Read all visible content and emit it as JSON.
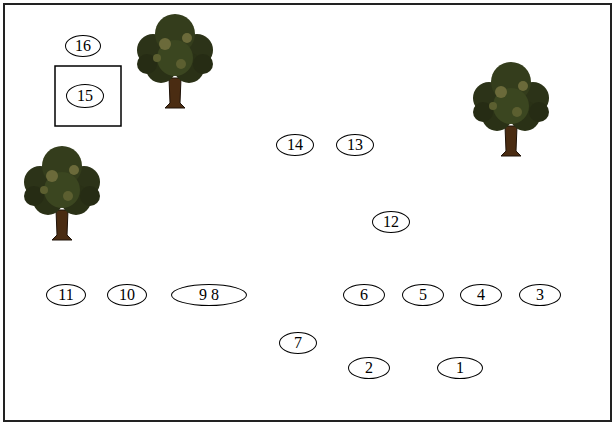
{
  "diagram": {
    "nodes": [
      {
        "text": [
          "16"
        ]
      },
      {
        "text": [
          "15"
        ]
      },
      {
        "text": [
          "14"
        ]
      },
      {
        "text": [
          "13"
        ]
      },
      {
        "text": [
          "12"
        ]
      },
      {
        "text": [
          "11"
        ]
      },
      {
        "text": [
          "10"
        ]
      },
      {
        "text": [
          "9 8"
        ]
      },
      {
        "text": [
          "6"
        ]
      },
      {
        "text": [
          "5"
        ]
      },
      {
        "text": [
          "4"
        ]
      },
      {
        "text": [
          "3"
        ]
      },
      {
        "text": [
          "7"
        ]
      },
      {
        "text": [
          "2"
        ]
      },
      {
        "text": [
          "1"
        ]
      }
    ]
  }
}
